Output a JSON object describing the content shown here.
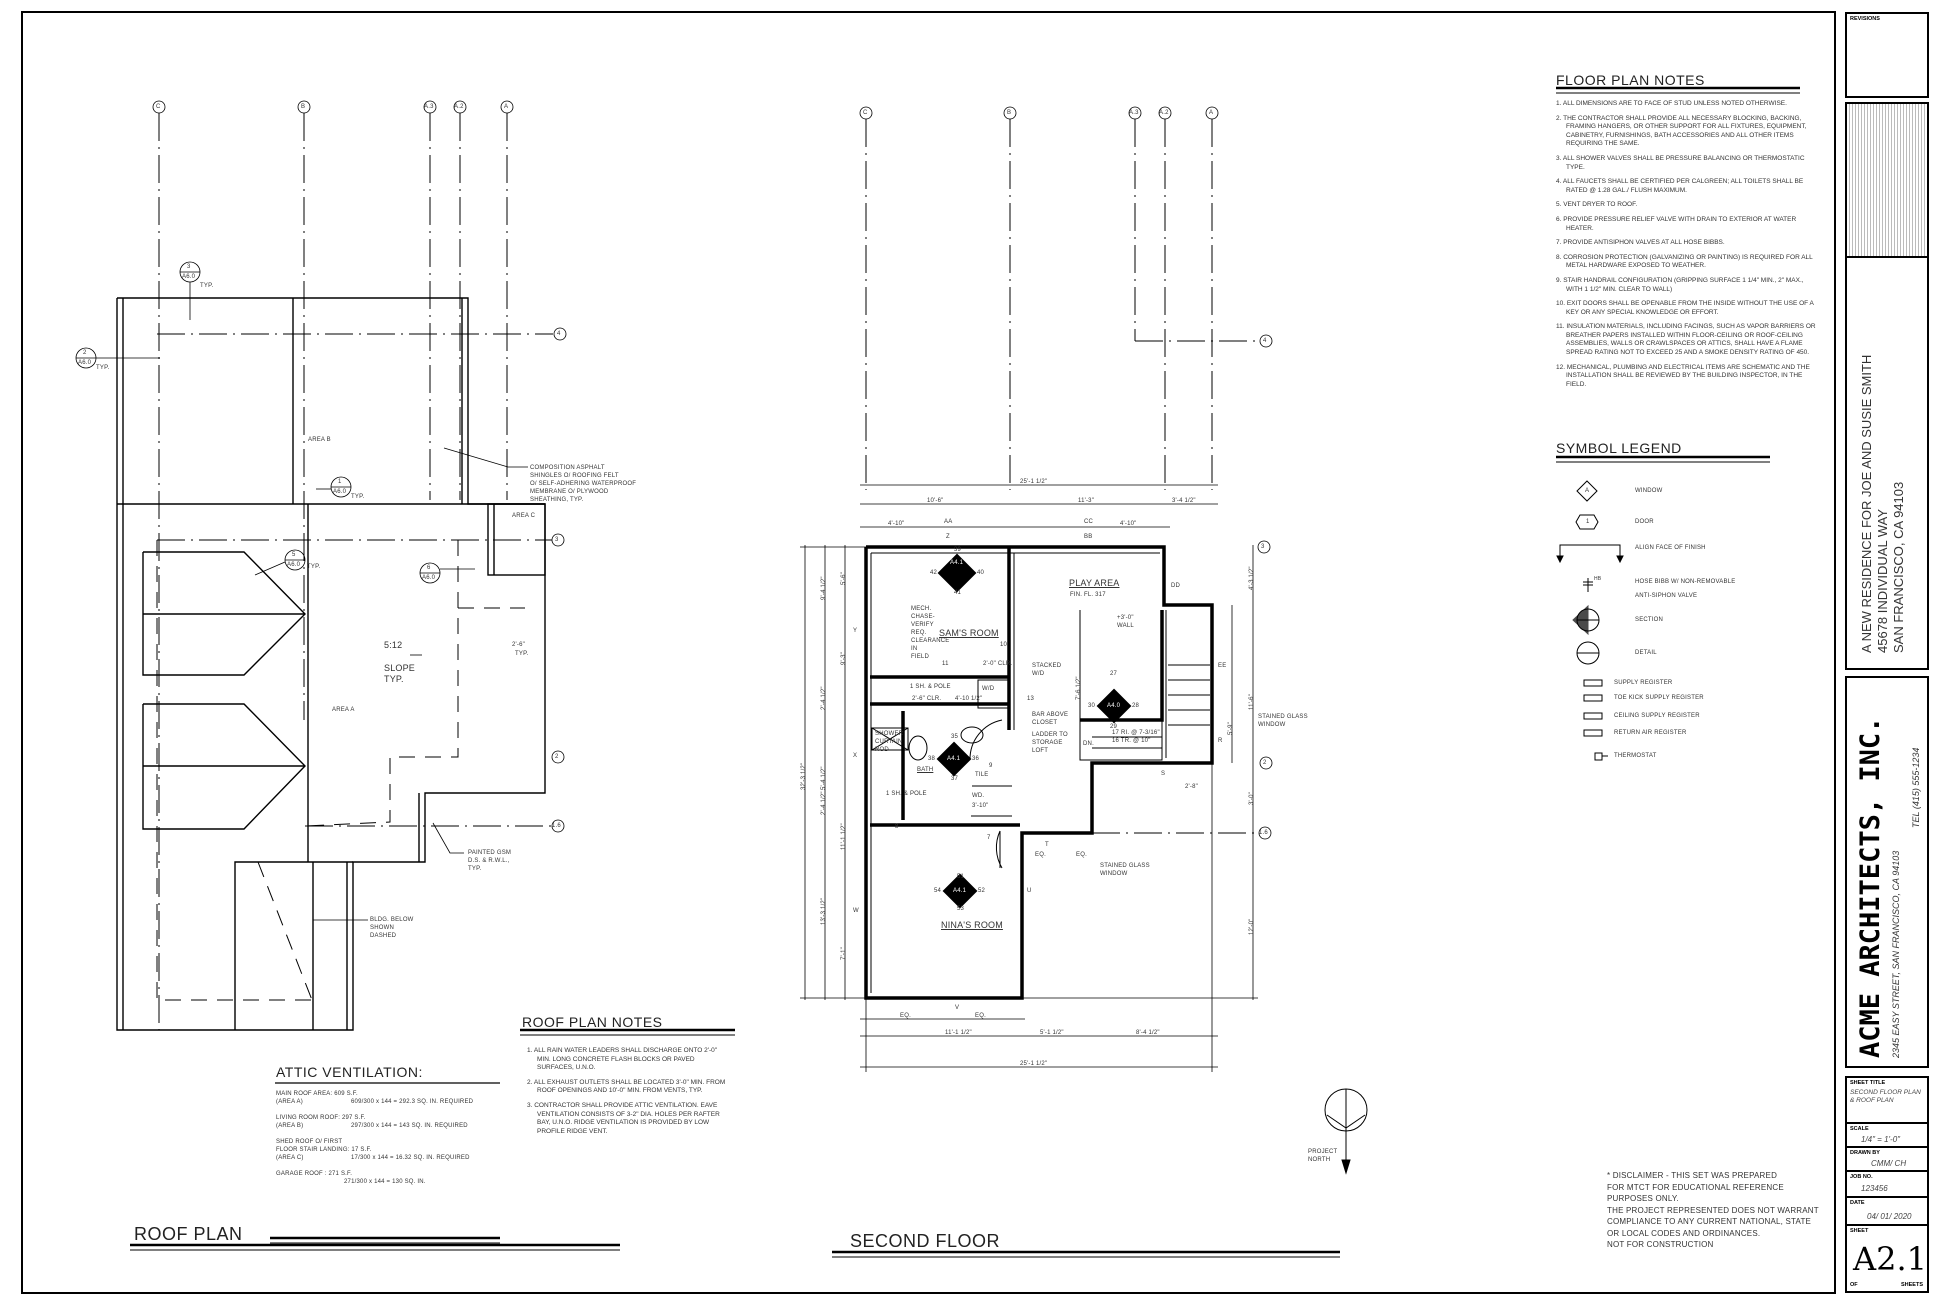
{
  "roof_plan": {
    "title": "ROOF PLAN",
    "grid_top": [
      "C",
      "B",
      "A.3",
      "A.2",
      "A"
    ],
    "grid_side": [
      "4",
      "3",
      "2",
      "1.6"
    ],
    "area_a": "AREA A",
    "area_b": "AREA B",
    "area_c": "AREA C",
    "slope": "5:12",
    "slope_label": "SLOPE",
    "slope_typ": "TYP.",
    "overhang_dim": "2'-6\"",
    "overhang_typ": "TYP.",
    "sections": [
      {
        "num": "3",
        "sheet": "A6.0",
        "note": "TYP."
      },
      {
        "num": "2",
        "sheet": "A6.0",
        "note": "TYP."
      },
      {
        "num": "1",
        "sheet": "A6.0",
        "note": "TYP."
      },
      {
        "num": "5",
        "sheet": "A6.0",
        "note": "TYP."
      },
      {
        "num": "6",
        "sheet": "A6.0",
        "note": ""
      }
    ],
    "callouts": {
      "roofing": [
        "COMPOSITION ASPHALT",
        "SHINGLES O/ ROOFING FELT",
        "O/ SELF-ADHERING WATERPROOF",
        "MEMBRANE O/ PLYWOOD",
        "SHEATHING, TYP."
      ],
      "downspout": [
        "PAINTED GSM",
        "D.S. & R.W.L.,",
        "TYP."
      ],
      "bldg_below": [
        "BLDG. BELOW",
        "SHOWN",
        "DASHED"
      ]
    }
  },
  "attic_ventilation": {
    "title": "ATTIC VENTILATION:",
    "rows": [
      {
        "line1": "MAIN ROOF AREA: 609 S.F.",
        "line2": "(AREA A)",
        "calc_num": "609",
        "calc_den": "300",
        "calc": "x 144 = 292.3 SQ. IN. REQUIRED"
      },
      {
        "line1": "LIVING ROOM ROOF: 297 S.F.",
        "line2": "(AREA B)",
        "calc_num": "297",
        "calc_den": "300",
        "calc": "x 144 = 143 SQ. IN. REQUIRED"
      },
      {
        "line0": "SHED ROOF O/ FIRST",
        "line1": "FLOOR STAIR LANDING: 17 S.F.",
        "line2": "(AREA C)",
        "calc_num": "17",
        "calc_den": "300",
        "calc": "x 144 = 16.32 SQ. IN. REQUIRED"
      },
      {
        "line1": "GARAGE ROOF :      271 S.F.",
        "line2": "",
        "calc_num": "271",
        "calc_den": "300",
        "calc": "x 144 = 130 SQ. IN."
      }
    ]
  },
  "roof_plan_notes": {
    "title": "ROOF PLAN NOTES",
    "items": [
      "1. ALL RAIN WATER LEADERS SHALL DISCHARGE ONTO 2'-0\" MIN. LONG CONCRETE FLASH BLOCKS OR PAVED SURFACES, U.N.O.",
      "2. ALL EXHAUST OUTLETS SHALL BE LOCATED 3'-0\" MIN. FROM ROOF OPENINGS AND 10'-0\" MIN. FROM VENTS, TYP.",
      "3. CONTRACTOR SHALL PROVIDE ATTIC VENTILATION. EAVE VENTILATION CONSISTS OF 3-2\" DIA. HOLES PER RAFTER BAY, U.N.O. RIDGE VENTILATION IS PROVIDED BY LOW PROFILE RIDGE VENT."
    ]
  },
  "second_floor": {
    "title": "SECOND FLOOR",
    "grid_top": [
      "C",
      "B",
      "A.3",
      "A.2",
      "A"
    ],
    "grid_side": [
      "4",
      "3",
      "2",
      "1.6"
    ],
    "rooms": {
      "sams_room": "SAM'S ROOM",
      "play_area": "PLAY AREA",
      "play_area_floor": "FIN. FL. 317",
      "bath": "BATH",
      "ninas_room": "NINA'S ROOM"
    },
    "elevation_tags": [
      {
        "sheet": "A4.1",
        "top": "39",
        "left": "42",
        "right": "40",
        "bottom": "41"
      },
      {
        "sheet": "A4.0",
        "top": "27",
        "left": "30",
        "right": "28",
        "bottom": "29"
      },
      {
        "sheet": "A4.1",
        "top": "35",
        "left": "38",
        "right": "36",
        "bottom": "37"
      },
      {
        "sheet": "A4.1",
        "top": "51",
        "left": "54",
        "right": "52",
        "bottom": "53"
      }
    ],
    "dims_top": {
      "overall": "25'-1 1/2\"",
      "seg1": "10'-6\"",
      "seg2": "11'-3\"",
      "seg3": "3'-4 1/2\"",
      "win1": "4'-10\"",
      "win2": "4'-10\""
    },
    "dims_bottom": {
      "eq1": "EQ.",
      "eq2": "EQ.",
      "seg1": "11'-1 1/2\"",
      "seg2": "5'-1 1/2\"",
      "seg3": "8'-4 1/2\"",
      "overall": "25'-1 1/2\""
    },
    "dims_left": [
      "32'-3 1/2\"",
      "9'-4 1/2\"",
      "5'-6\"",
      "9'-3\"",
      "2'-4 1/2\"",
      "5'-4 1/2\"",
      "2'-4 1/2\"",
      "11'-1 1/2\"",
      "13'-3 1/2\"",
      "7'-1\""
    ],
    "dims_right": [
      "4'-3 1/2\"",
      "11'-6\"",
      "3'-0\"",
      "12'-0\"",
      "7'-6 1/2\"",
      "5'-9\""
    ],
    "callouts": {
      "mech": [
        "MECH.",
        "CHASE-",
        "VERIFY",
        "REQ.",
        "CLEARANCE",
        "IN",
        "FIELD"
      ],
      "stacked": [
        "STACKED",
        "W/D"
      ],
      "bar": [
        "BAR ABOVE",
        "CLOSET"
      ],
      "ladder": [
        "LADDER TO",
        "STORAGE",
        "LOFT"
      ],
      "stained1": [
        "STAINED GLASS",
        "WINDOW"
      ],
      "stained2": [
        "STAINED GLASS",
        "WINDOW"
      ],
      "wall": [
        "+3'-0\"",
        "WALL"
      ],
      "shower": [
        "SHOWER",
        "CURTAIN",
        "ROD"
      ],
      "stairs": [
        "17 RI. @ 7-3/16\"",
        "16 TR. @ 10\""
      ],
      "dn": "DN.",
      "sh_pole1": "1 SH. & POLE",
      "sh_pole2": "1 SH. & POLE",
      "wd": "W/D",
      "clr1": "2'-0\" CLR.",
      "clr2": "2'-6\" CLR.",
      "clos_dim": "4'-10 1/2\"",
      "tile": "TILE",
      "wd2": "WD.",
      "wd2_dim": "3'-10\"",
      "eq": "EQ.",
      "dim_2_8": "2'-8\""
    },
    "door_tags": [
      "10",
      "11",
      "13",
      "9",
      "8",
      "7"
    ],
    "window_tags": [
      "AA",
      "Z",
      "CC",
      "BB",
      "DD",
      "Y",
      "EE",
      "X",
      "W",
      "U",
      "T",
      "S",
      "V",
      "R"
    ]
  },
  "north_arrow": {
    "label": [
      "PROJECT",
      "NORTH"
    ]
  },
  "floor_plan_notes": {
    "title": "FLOOR PLAN NOTES",
    "items": [
      "1. ALL DIMENSIONS ARE TO FACE OF STUD UNLESS NOTED OTHERWISE.",
      "2. THE CONTRACTOR SHALL PROVIDE ALL NECESSARY BLOCKING, BACKING, FRAMING HANGERS, OR OTHER SUPPORT FOR ALL FIXTURES, EQUIPMENT, CABINETRY, FURNISHINGS, BATH ACCESSORIES AND ALL OTHER ITEMS REQUIRING THE SAME.",
      "3. ALL SHOWER VALVES SHALL BE PRESSURE BALANCING OR THERMOSTATIC TYPE.",
      "4. ALL FAUCETS SHALL BE CERTIFIED PER CALGREEN; ALL TOILETS SHALL BE RATED @ 1.28 GAL./ FLUSH MAXIMUM.",
      "5. VENT DRYER TO ROOF.",
      "6. PROVIDE PRESSURE RELIEF VALVE WITH DRAIN TO EXTERIOR AT WATER HEATER.",
      "7. PROVIDE ANTISIPHON VALVES AT ALL HOSE BIBBS.",
      "8. CORROSION PROTECTION (GALVANIZING OR PAINTING) IS REQUIRED FOR ALL METAL HARDWARE EXPOSED TO WEATHER.",
      "9. STAIR HANDRAIL CONFIGURATION (GRIPPING SURFACE 1 1/4\" MIN., 2\" MAX., WITH 1 1/2\" MIN. CLEAR TO WALL)",
      "10. EXIT DOORS SHALL BE OPENABLE FROM THE INSIDE WITHOUT THE USE OF A KEY OR ANY SPECIAL KNOWLEDGE OR EFFORT.",
      "11. INSULATION MATERIALS, INCLUDING FACINGS, SUCH AS VAPOR BARRIERS OR BREATHER PAPERS INSTALLED WITHIN FLOOR-CEILING OR ROOF-CEILING ASSEMBLIES, WALLS OR CRAWLSPACES OR ATTICS, SHALL HAVE A FLAME SPREAD RATING NOT TO EXCEED 25 AND A SMOKE DENSITY RATING OF 450.",
      "12. MECHANICAL, PLUMBING AND ELECTRICAL ITEMS ARE SCHEMATIC AND THE INSTALLATION SHALL BE REVIEWED BY THE BUILDING INSPECTOR, IN THE FIELD."
    ]
  },
  "symbol_legend": {
    "title": "SYMBOL LEGEND",
    "window_tag": "A",
    "door_tag": "1",
    "hose_tag": "HB",
    "items": [
      "WINDOW",
      "DOOR",
      "ALIGN FACE OF FINISH",
      "HOSE BIBB W/ NON-REMOVABLE",
      "ANTI-SIPHON VALVE",
      "SECTION",
      "DETAIL",
      "SUPPLY REGISTER",
      "TOE KICK SUPPLY REGISTER",
      "CEILING SUPPLY REGISTER",
      "RETURN AIR REGISTER",
      "THERMOSTAT"
    ]
  },
  "disclaimer": [
    "* DISCLAIMER - THIS SET WAS PREPARED",
    "FOR MTCT FOR EDUCATIONAL REFERENCE",
    "PURPOSES ONLY.",
    "THE PROJECT REPRESENTED DOES NOT WARRANT",
    "COMPLIANCE TO ANY CURRENT NATIONAL, STATE",
    "OR LOCAL CODES AND ORDINANCES.",
    "NOT FOR CONSTRUCTION"
  ],
  "title_block": {
    "revisions_label": "REVISIONS",
    "project": [
      "A NEW RESIDENCE FOR JOE AND SUSIE SMITH",
      "45678 INDIVIDUAL WAY",
      "SAN FRANCISCO, CA 94103"
    ],
    "firm_name": "ACME ARCHITECTS, INC.",
    "firm_address": "2345 EASY STREET, SAN FRANCISCO, CA 94103",
    "firm_tel": "TEL (415) 555-1234",
    "sheet_title_label": "SHEET TITLE",
    "sheet_title": [
      "SECOND FLOOR PLAN",
      "& ROOF PLAN"
    ],
    "scale_label": "SCALE",
    "scale": "1/4\" = 1'-0\"",
    "drawn_by_label": "DRAWN BY",
    "drawn_by": "CMM/ CH",
    "job_no_label": "JOB NO.",
    "job_no": "123456",
    "date_label": "DATE",
    "date": "04/ 01/ 2020",
    "sheet_label": "SHEET",
    "sheet": "A2.1",
    "of_label": "OF",
    "sheets_label": "SHEETS"
  }
}
